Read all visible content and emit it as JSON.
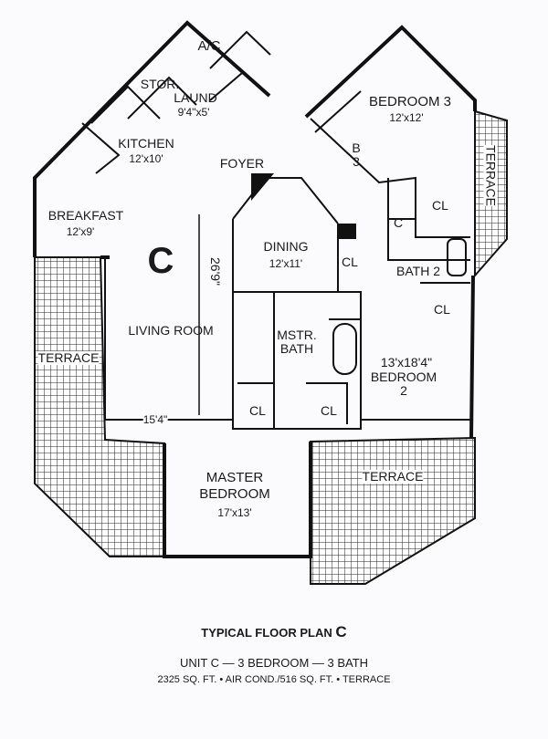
{
  "plan_letter": "C",
  "rooms": {
    "ac": "A/C",
    "stor": "STOR.",
    "laund": "LAUND",
    "laund_dim": "9'4\"x5'",
    "kitchen": "KITCHEN",
    "kitchen_dim": "12'x10'",
    "foyer": "FOYER",
    "breakfast": "BREAKFAST",
    "breakfast_dim": "12'x9'",
    "dining": "DINING",
    "dining_dim": "12'x11'",
    "living": "LIVING ROOM",
    "living_dim_v": "26'9\"",
    "living_dim_h": "15'4\"",
    "mstr_bath": "MSTR.\nBATH",
    "master": "MASTER\nBEDROOM",
    "master_dim": "17'x13'",
    "bedroom3": "BEDROOM 3",
    "bedroom3_dim": "12'x12'",
    "bath3": "B\n3",
    "bath2": "BATH 2",
    "bedroom2_dim": "13'x18'4\"",
    "bedroom2": "BEDROOM\n2",
    "closet": "CL",
    "closet_small": "C",
    "terrace": "TERRACE"
  },
  "caption": {
    "title": "TYPICAL FLOOR PLAN",
    "title_letter": "C",
    "unit": "UNIT C — 3 BEDROOM — 3 BATH",
    "area": "2325 SQ. FT. • AIR COND./516 SQ. FT. • TERRACE"
  }
}
